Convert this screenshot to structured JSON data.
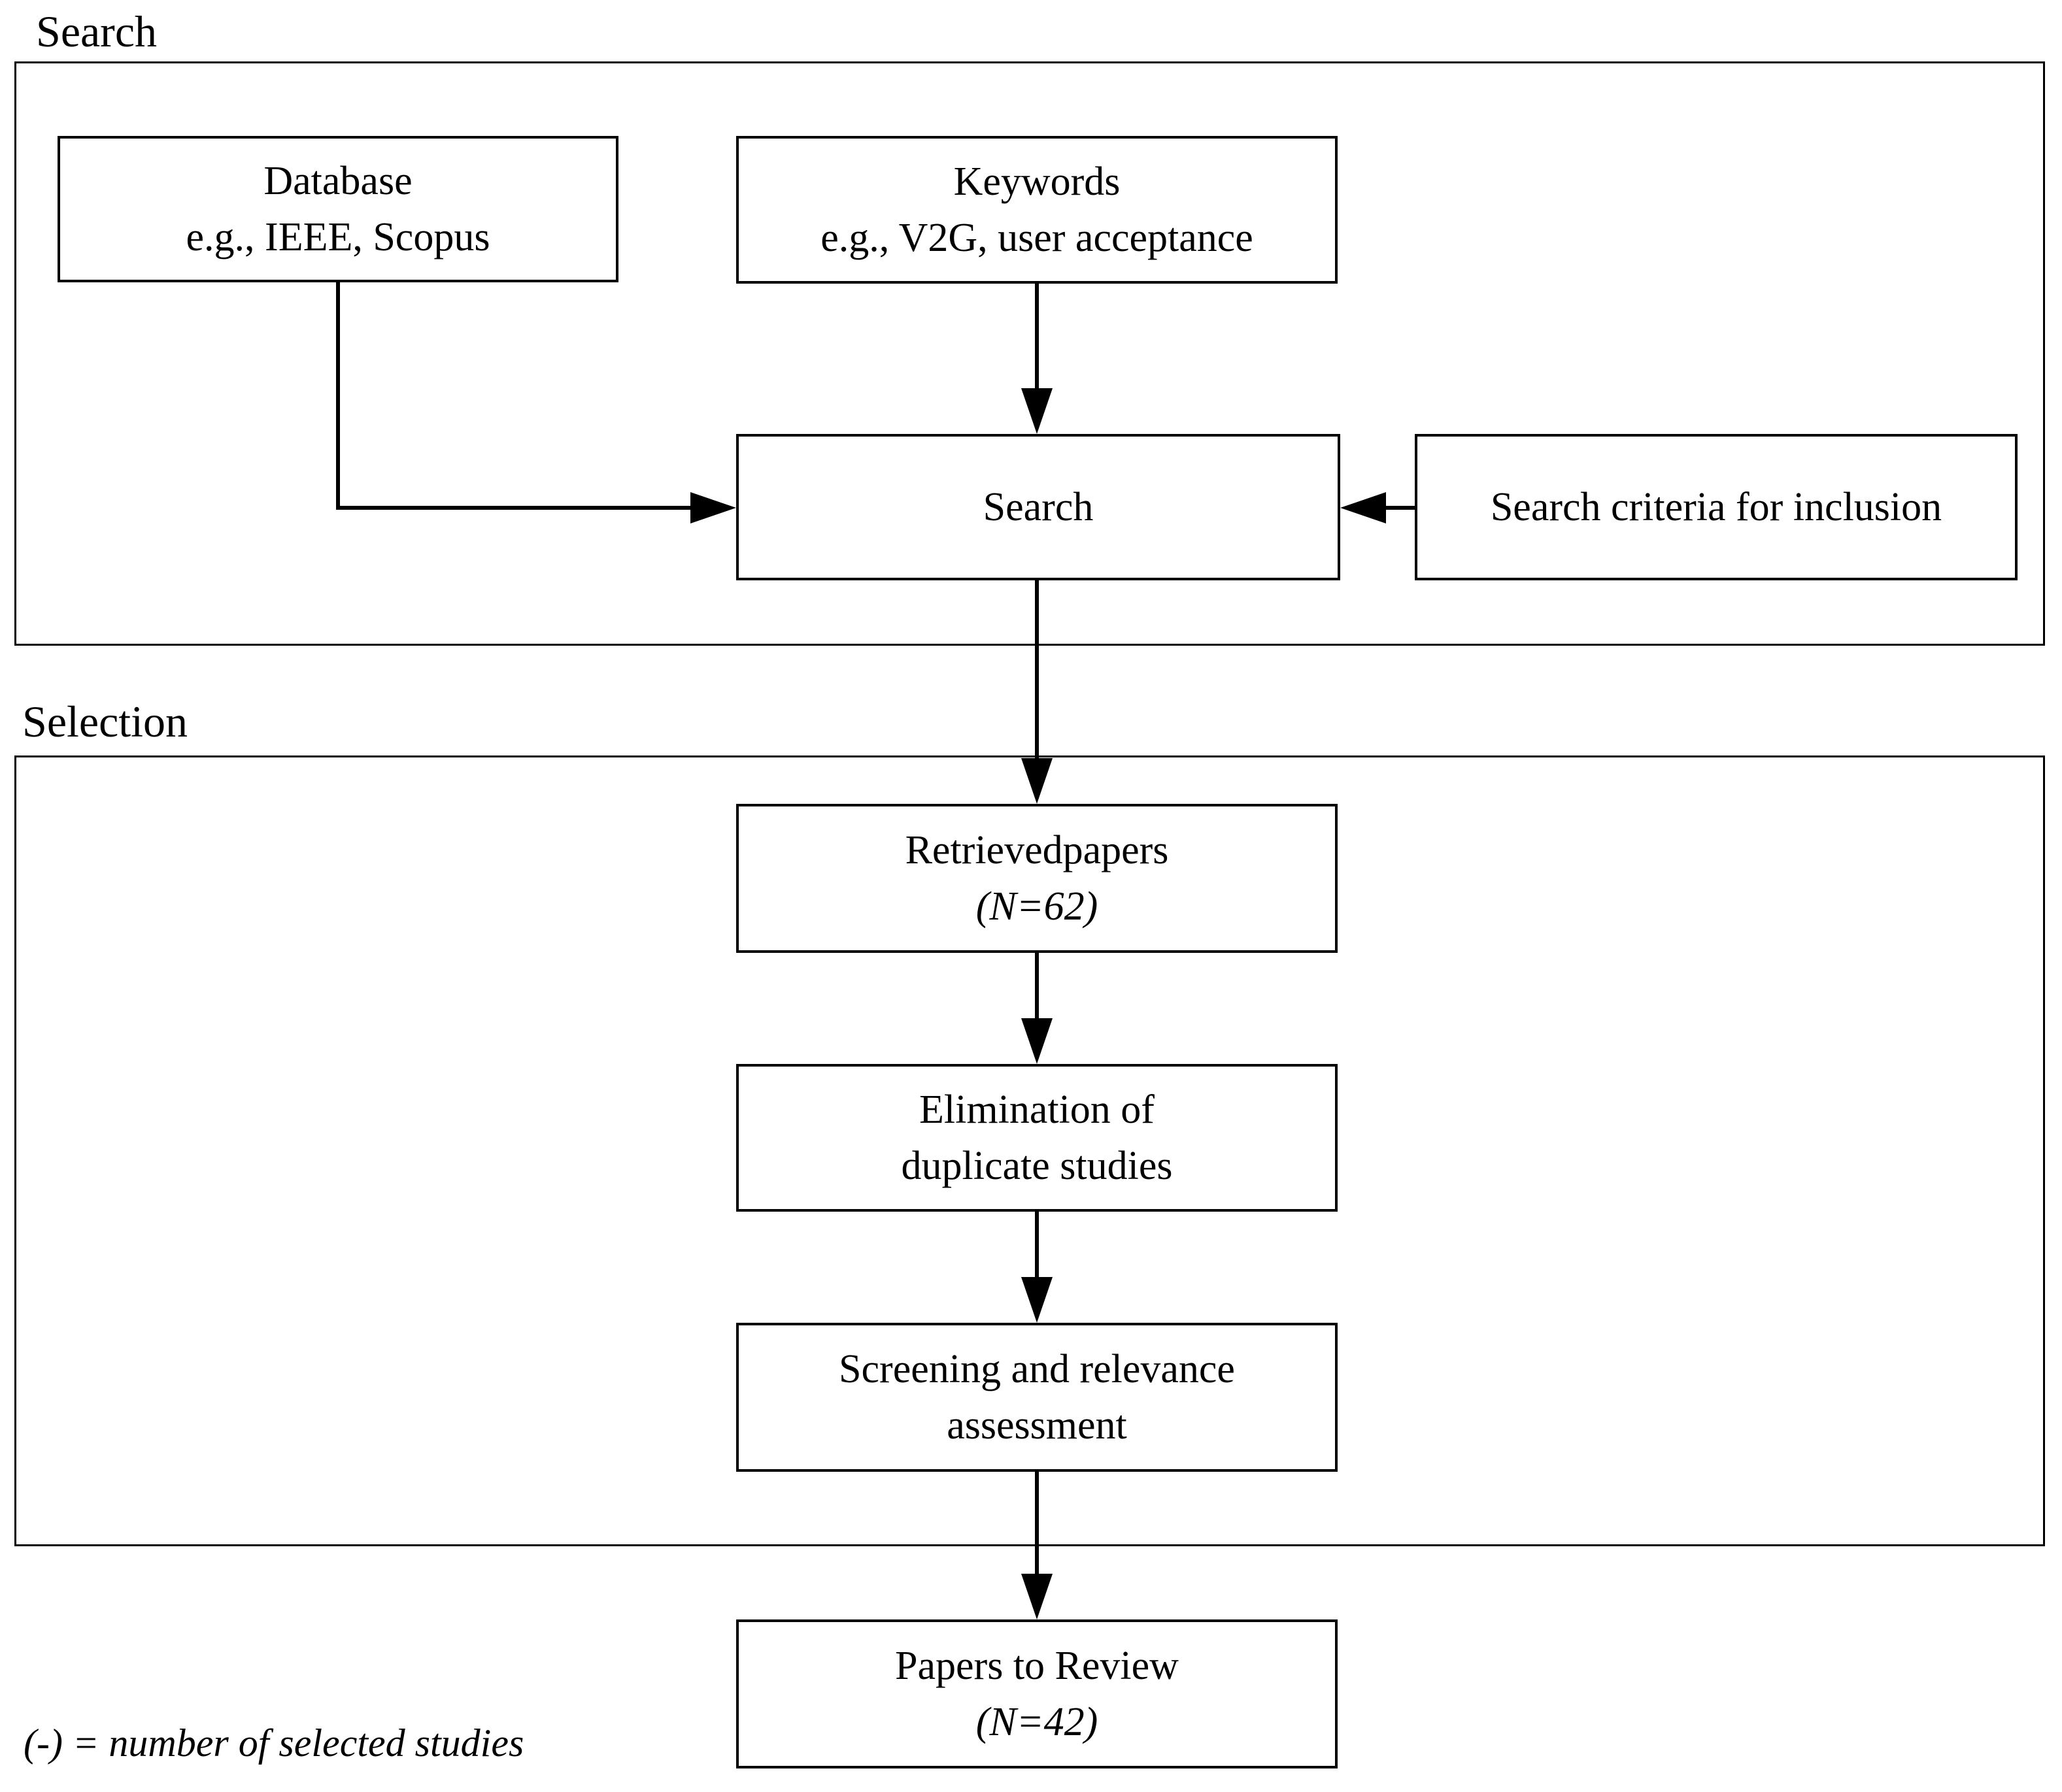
{
  "figure": {
    "background": "#ffffff",
    "line_color": "#000000",
    "sections": [
      {
        "label": "Search"
      },
      {
        "label": "Selection"
      }
    ],
    "nodes": {
      "database": {
        "line1": "Database",
        "line2": "e.g., IEEE, Scopus"
      },
      "keywords": {
        "line1": "Keywords",
        "line2": "e.g., V2G, user acceptance"
      },
      "search": {
        "line1": "Search"
      },
      "criteria": {
        "line1": "Search criteria for inclusion"
      },
      "retrieved": {
        "line1": "Retrievedpapers",
        "line2": "(N=62)"
      },
      "elimination": {
        "line1": "Elimination of",
        "line2": "duplicate studies"
      },
      "screening": {
        "line1": "Screening and relevance",
        "line2": "assessment"
      },
      "papers": {
        "line1": "Papers to Review",
        "line2": "(N=42)"
      }
    },
    "legend": "(-) = number of selected studies"
  }
}
